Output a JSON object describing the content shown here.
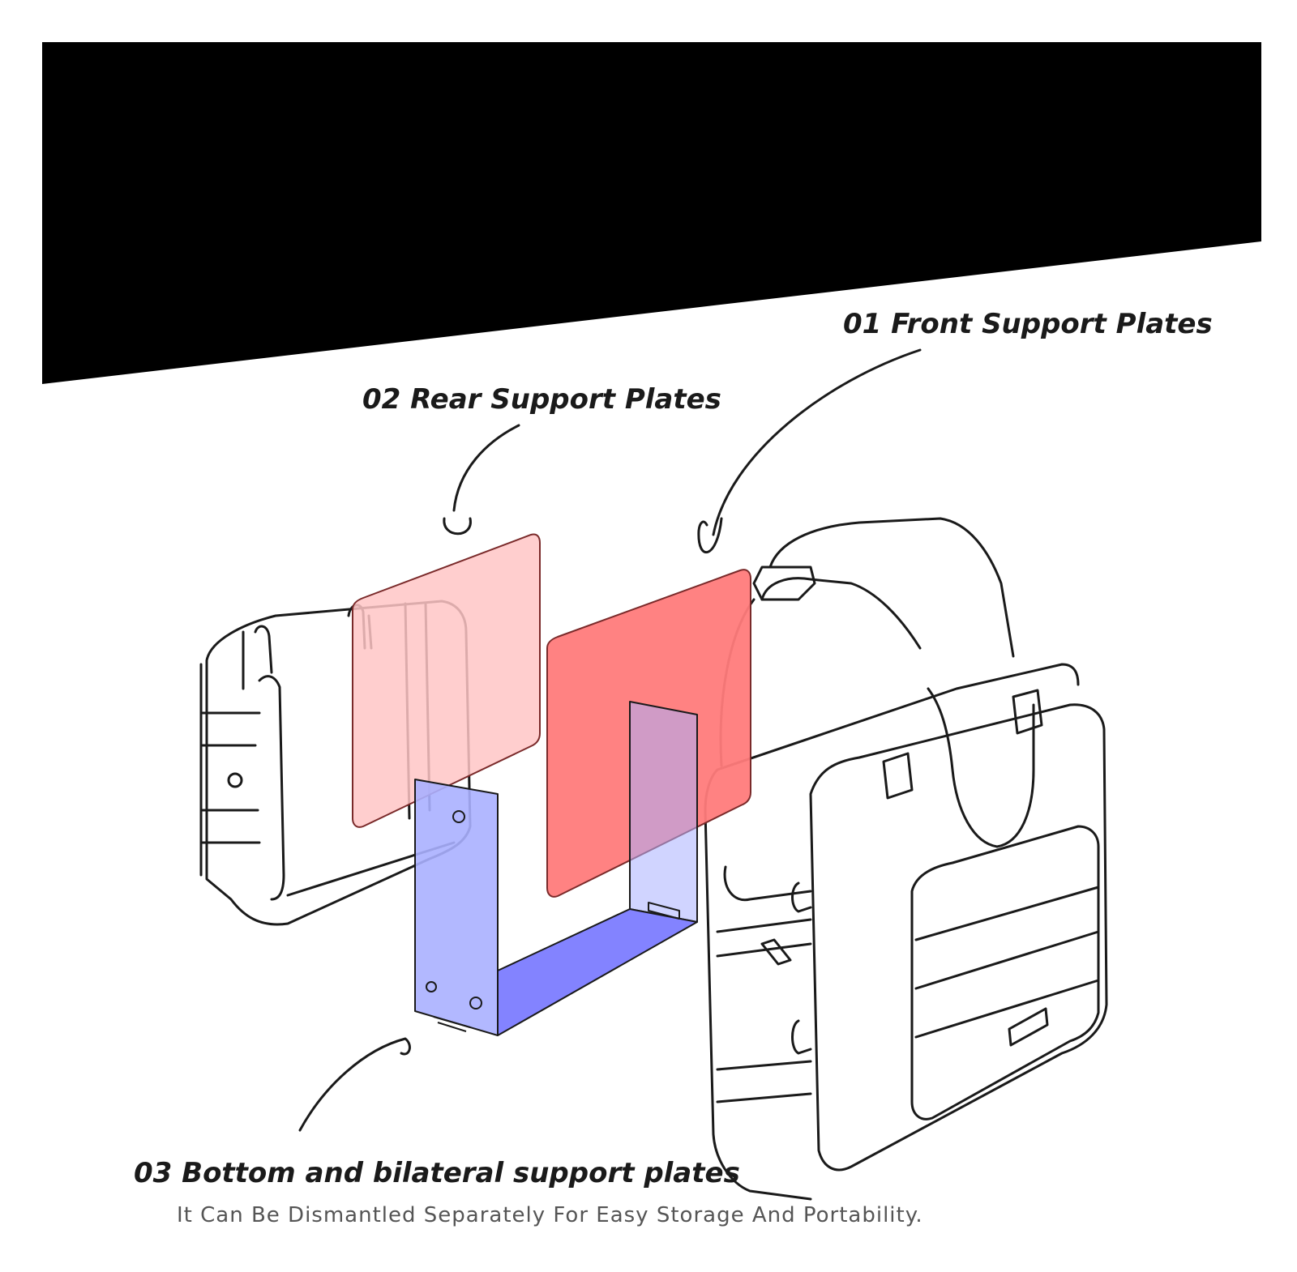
{
  "labels": {
    "front": "01 Front  Support Plates",
    "rear": "02 Rear Support Plates",
    "bottom": "03 Bottom and bilateral support plates"
  },
  "caption": "It Can Be Dismantled Separately For Easy Storage And Portability.",
  "colors": {
    "banner": "#000000",
    "front_plate": "#ff7b7b",
    "rear_plate": "#ffc6c6",
    "u_plate": "#aab0ff",
    "u_plate_bottom": "#7c7cff",
    "line": "#1a1a1a"
  }
}
